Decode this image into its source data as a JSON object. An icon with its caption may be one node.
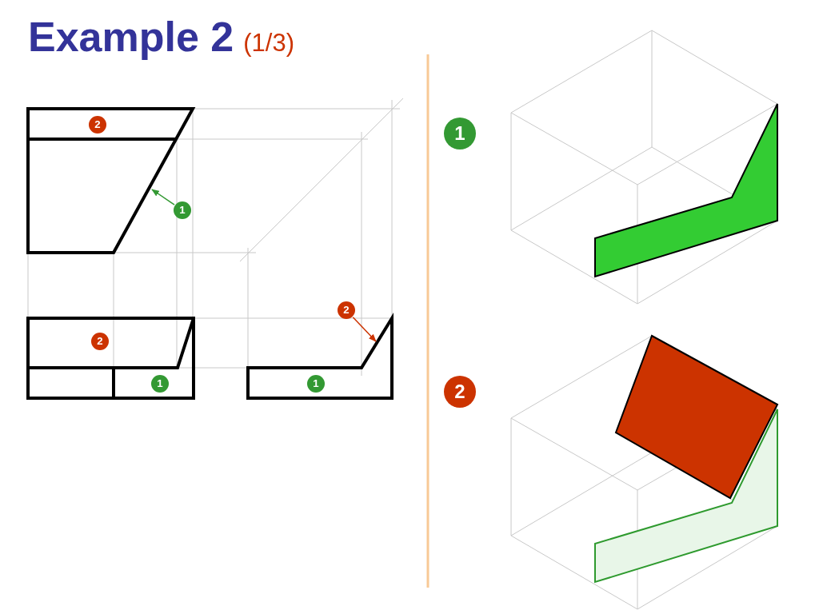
{
  "diagram": {
    "title": "Example 2",
    "nodes": [
      {
        "text": [
          "2"
        ]
      },
      {
        "text": [
          "1"
        ]
      },
      {
        "text": [
          "2"
        ]
      },
      {
        "text": [
          "2"
        ]
      },
      {
        "text": [
          "1"
        ]
      },
      {
        "text": [
          "1"
        ]
      },
      {
        "text": [
          "1"
        ]
      },
      {
        "text": [
          "2"
        ]
      }
    ],
    "edges": [
      {
        "from": 1,
        "to": null,
        "arrow": "to",
        "color": "#339933"
      },
      {
        "from": 2,
        "to": null,
        "arrow": "to",
        "color": "#cc3300"
      }
    ],
    "labels": [
      "(1/3)"
    ]
  }
}
